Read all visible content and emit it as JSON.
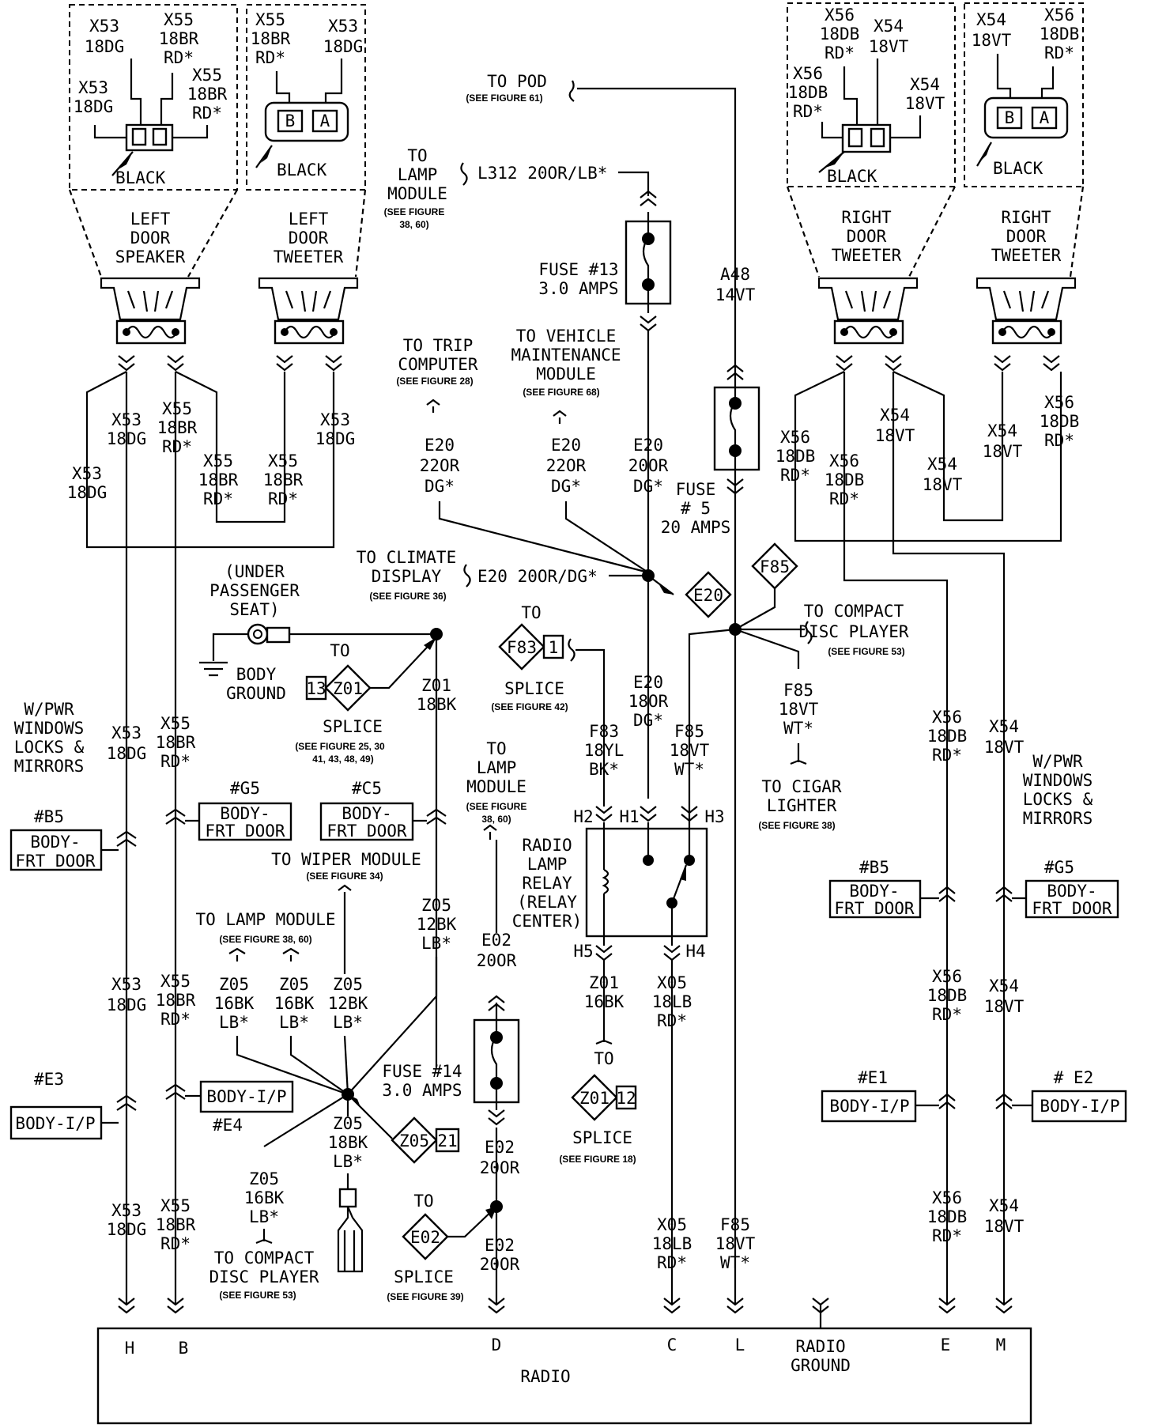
{
  "labels": {
    "to_pod": "TO POD",
    "see_fig_61": "(SEE FIGURE 61)",
    "to_lamp_module_a": [
      "TO",
      "LAMP",
      "MODULE"
    ],
    "see_fig_38_60_a": [
      "(SEE FIGURE",
      "38, 60)"
    ],
    "l312": "L312 20OR/LB*",
    "fuse13": [
      "FUSE #13",
      "3.0 AMPS"
    ],
    "a48": [
      "A48",
      "14VT"
    ],
    "to_trip_computer": [
      "TO TRIP",
      "COMPUTER"
    ],
    "see_fig_28": "(SEE FIGURE 28)",
    "to_vmm": [
      "TO VEHICLE",
      "MAINTENANCE",
      "MODULE"
    ],
    "see_fig_68": "(SEE FIGURE 68)",
    "e20_trip": [
      "E20",
      "22OR",
      "DG*"
    ],
    "e20_vmm": [
      "E20",
      "22OR",
      "DG*"
    ],
    "e20_main": [
      "E20",
      "20OR",
      "DG*"
    ],
    "fuse5": [
      "FUSE",
      "# 5",
      "20 AMPS"
    ],
    "to_climate": [
      "TO CLIMATE",
      "DISPLAY"
    ],
    "see_fig_36": "(SEE FIGURE 36)",
    "e20_climate": "E20 20OR/DG*",
    "e20_diamond": "E20",
    "f85_diamond": "F85",
    "to_cd_a": [
      "TO COMPACT",
      "DISC PLAYER"
    ],
    "see_fig_53_a": "(SEE FIGURE 53)",
    "under_seat": [
      "(UNDER",
      "PASSENGER",
      "SEAT)"
    ],
    "body_ground": [
      "BODY",
      "GROUND"
    ],
    "to_splice_z01": "TO",
    "z01_diamond": "Z01",
    "z01_pin": "13",
    "splice_z01": "SPLICE",
    "see_fig_25": [
      "(SEE FIGURE 25, 30",
      "41, 43, 48, 49)"
    ],
    "z01_wire": [
      "Z01",
      "18BK"
    ],
    "to_f83": "TO",
    "f83_diamond": "F83",
    "f83_pin": "1",
    "splice_f83": "SPLICE",
    "see_fig_42": "(SEE FIGURE 42)",
    "e20_18": [
      "E20",
      "18OR",
      "DG*"
    ],
    "f83_wire": [
      "F83",
      "18YL",
      "BK*"
    ],
    "f85_wire_a": [
      "F85",
      "18VT",
      "WT*"
    ],
    "f85_wire_b": [
      "F85",
      "18VT",
      "WT*"
    ],
    "to_cigar": [
      "TO CIGAR",
      "LIGHTER"
    ],
    "see_fig_38": "(SEE FIGURE 38)",
    "pwr_windows_l": [
      "W/PWR",
      "WINDOWS",
      "LOCKS &",
      "MIRRORS"
    ],
    "pwr_windows_r": [
      "W/PWR",
      "WINDOWS",
      "LOCKS &",
      "MIRRORS"
    ],
    "to_lamp_module_b": [
      "TO",
      "LAMP",
      "MODULE"
    ],
    "see_fig_38_60_b": [
      "(SEE FIGURE",
      "38, 60)"
    ],
    "relay": [
      "RADIO",
      "LAMP",
      "RELAY",
      "(RELAY",
      "CENTER)"
    ],
    "h1": "H1",
    "h2": "H2",
    "h3": "H3",
    "h4": "H4",
    "h5": "H5",
    "to_wiper": "TO WIPER MODULE",
    "see_fig_34": "(SEE FIGURE 34)",
    "to_lamp_module_c": "TO LAMP MODULE",
    "see_fig_38_60_c": "(SEE FIGURE 38, 60)",
    "z05_12bk_lb_a": [
      "Z05",
      "12BK",
      "LB*"
    ],
    "e02_20or_a": [
      "E02",
      "20OR"
    ],
    "z05_16a": [
      "Z05",
      "16BK",
      "LB*"
    ],
    "z05_16b": [
      "Z05",
      "16BK",
      "LB*"
    ],
    "z05_12b": [
      "Z05",
      "12BK",
      "LB*"
    ],
    "fuse14": [
      "FUSE #14",
      "3.0 AMPS"
    ],
    "z05_diamond": "Z05",
    "z05_pin": "21",
    "z05_18bk": [
      "Z05",
      "18BK",
      "LB*"
    ],
    "z05_16c": [
      "Z05",
      "16BK",
      "LB*"
    ],
    "to_cd_b": [
      "TO COMPACT",
      "DISC PLAYER"
    ],
    "see_fig_53_b": "(SEE FIGURE 53)",
    "e02_20or_b": [
      "E02",
      "20OR"
    ],
    "e02_20or_c": [
      "E02",
      "20OR"
    ],
    "to_e02": "TO",
    "e02_diamond": "E02",
    "splice_e02": "SPLICE",
    "see_fig_39": "(SEE FIGURE 39)",
    "z01_16bk": [
      "Z01",
      "16BK"
    ],
    "to_z01b": "TO",
    "z01b_diamond": "Z01",
    "z01b_pin": "12",
    "splice_z01b": "SPLICE",
    "see_fig_18": "(SEE FIGURE 18)",
    "x05_a": [
      "X05",
      "18LB",
      "RD*"
    ],
    "x05_b": [
      "X05",
      "18LB",
      "RD*"
    ],
    "f85_bottom": [
      "F85",
      "18VT",
      "WT*"
    ],
    "left_speaker": [
      "LEFT",
      "DOOR",
      "SPEAKER"
    ],
    "left_tweeter": [
      "LEFT",
      "DOOR",
      "TWEETER"
    ],
    "right_tweeter_a": [
      "RIGHT",
      "DOOR",
      "TWEETER"
    ],
    "right_tweeter_b": [
      "RIGHT",
      "DOOR",
      "TWEETER"
    ],
    "black": "BLACK",
    "pin_b": "B",
    "pin_a": "A",
    "x53_18dg": [
      "X53",
      "18DG"
    ],
    "x55_18br_rd": [
      "X55",
      "18BR",
      "RD*"
    ],
    "x56_18db_rd": [
      "X56",
      "18DB",
      "RD*"
    ],
    "x54_18vt": [
      "X54",
      "18VT"
    ],
    "conn_b5": "#B5",
    "conn_g5": "#G5",
    "conn_c5": "#C5",
    "conn_e1": "#E1",
    "conn_e2": "# E2",
    "conn_e3": "#E3",
    "conn_e4": "#E4",
    "body": "BODY-",
    "frt_door": "FRT DOOR",
    "body_ip": "BODY-I/P",
    "radio": "RADIO",
    "radio_ground": [
      "RADIO",
      "GROUND"
    ],
    "radio_pins": [
      "H",
      "B",
      "D",
      "C",
      "L",
      "E",
      "M"
    ]
  }
}
